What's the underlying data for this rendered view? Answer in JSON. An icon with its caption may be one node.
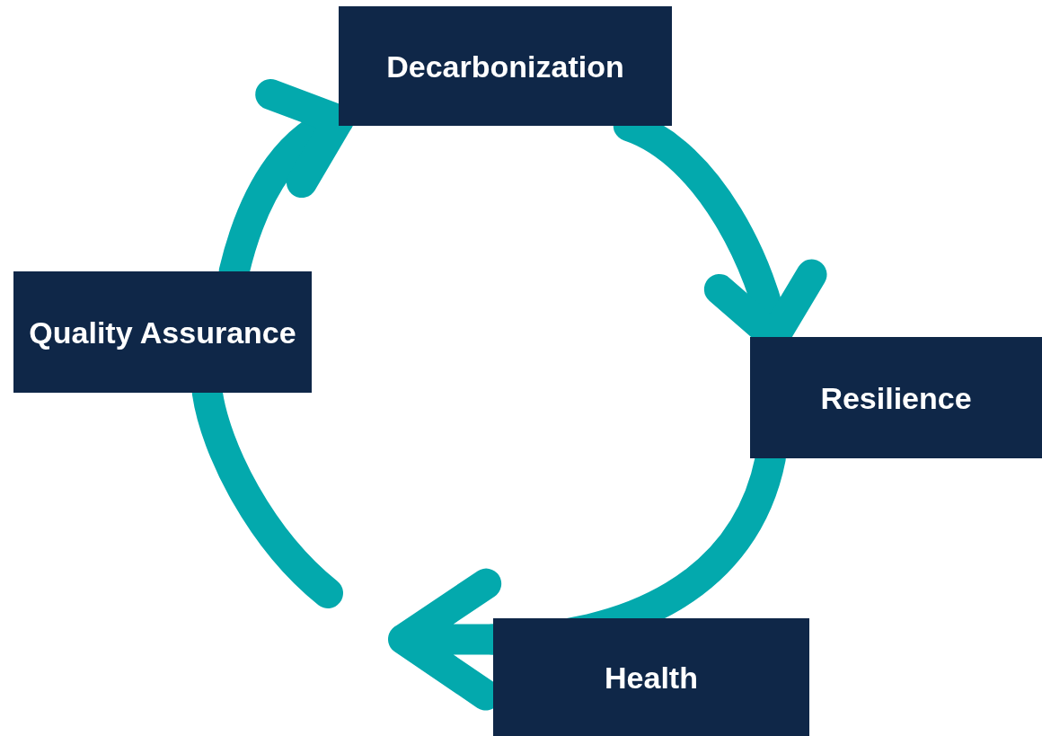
{
  "diagram": {
    "nodes": [
      {
        "text": [
          "Decarbonization"
        ]
      },
      {
        "text": [
          "Resilience"
        ]
      },
      {
        "text": [
          "Health"
        ]
      },
      {
        "text": [
          "Quality Assurance"
        ]
      }
    ],
    "edges": [
      {
        "from": 0,
        "to": 1,
        "arrow": "to"
      },
      {
        "from": 1,
        "to": 2,
        "arrow": "to"
      },
      {
        "from": null,
        "to": 3,
        "arrow": "none"
      },
      {
        "from": 3,
        "to": 0,
        "arrow": "to"
      }
    ]
  }
}
